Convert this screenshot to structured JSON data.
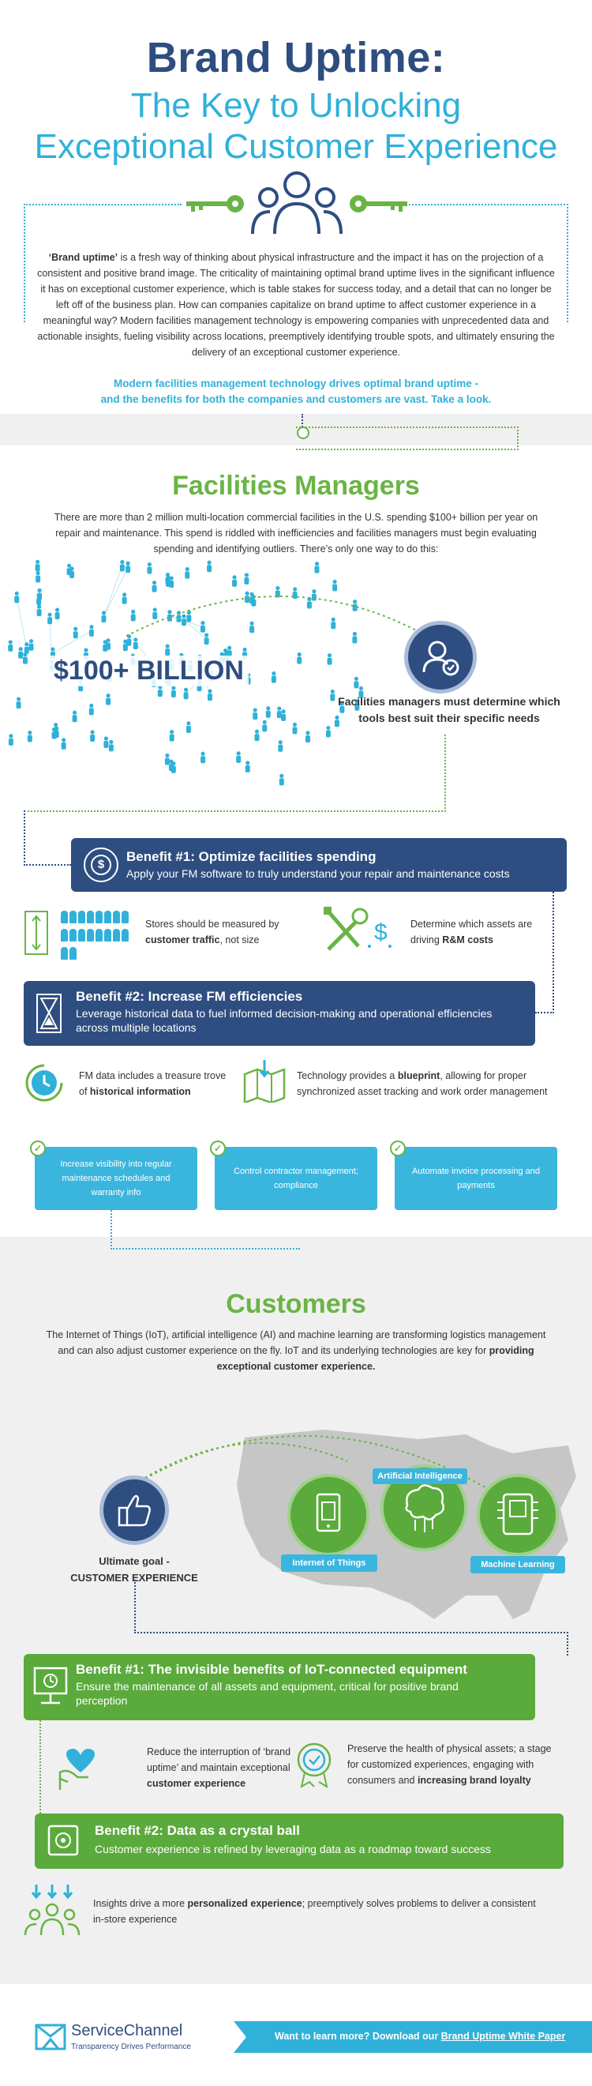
{
  "header": {
    "title_line1": "Brand Uptime:",
    "title_line2": "The Key to Unlocking",
    "title_line3": "Exceptional Customer Experience"
  },
  "intro": {
    "bold_lead": "‘Brand uptime’",
    "text": " is a fresh way of thinking about physical infrastructure and the impact it has on the projection of a consistent and positive brand image. The criticality of maintaining optimal brand uptime lives in the significant influence it has on exceptional customer experience, which is table stakes for success today, and a detail that can no longer be left off of the business plan. How can companies capitalize on brand uptime to affect customer experience in a meaningful way? Modern facilities management technology is empowering companies with unprecedented data and actionable insights, fueling visibility across locations, preemptively identifying trouble spots, and ultimately ensuring the delivery of an exceptional customer experience.",
    "callout_line1": "Modern facilities management technology drives optimal brand uptime -",
    "callout_line2": "and the benefits for both the companies and customers are vast. Take a look."
  },
  "facilities": {
    "heading": "Facilities Managers",
    "text": "There are more than 2 million multi-location commercial facilities in the U.S. spending $100+ billion per year on repair and maintenance. This spend is riddled with inefficiencies and facilities managers must begin evaluating spending and identifying outliers. There’s only one way to do this:",
    "stat": "$100+ BILLION",
    "determine_line1": "Facilities managers must determine which",
    "determine_line2": "tools best suit their specific needs",
    "benefit1_title": "Benefit #1: Optimize facilities spending",
    "benefit1_sub": "Apply your FM software to truly understand your repair and maintenance costs",
    "stores_text1": "Stores should be measured by",
    "stores_bold": "customer traffic",
    "stores_text2": ", not size",
    "assets_text1": "Determine which assets are",
    "assets_text2": "driving ",
    "assets_bold": "R&M costs",
    "benefit2_title": "Benefit #2: Increase FM efficiencies",
    "benefit2_sub": "Leverage historical data to fuel informed decision-making and operational efficiencies across multiple locations",
    "fm_data_text1": "FM data includes a treasure trove",
    "fm_data_text2": "of ",
    "fm_data_bold": "historical information",
    "tech_text1": "Technology provides a ",
    "tech_bold": "blueprint",
    "tech_text2": ", allowing for proper",
    "tech_text3": "synchronized asset tracking and work order management",
    "boxes": [
      "Increase visibility into regular maintenance schedules and warranty info",
      "Control contractor management; compliance",
      "Automate invoice processing and payments"
    ]
  },
  "customers": {
    "heading": "Customers",
    "text1": "The Internet of Things (IoT), artificial intelligence (AI) and machine learning are transforming logistics management and can also adjust customer experience on the fly. IoT and its underlying technologies are key for ",
    "text_bold": "providing exceptional customer experience.",
    "goal_line1": "Ultimate goal -",
    "goal_line2": "CUSTOMER EXPERIENCE",
    "labels": [
      "Artificial Intelligence",
      "Internet of Things",
      "Machine Learning"
    ],
    "benefit1_title": "Benefit #1: The invisible benefits of IoT-connected equipment",
    "benefit1_sub": "Ensure the maintenance of all assets and equipment, critical for positive brand perception",
    "reduce_text1": "Reduce the interruption of ‘brand",
    "reduce_text2": "uptime’ and maintain exceptional",
    "reduce_bold": "customer experience",
    "preserve_text1": "Preserve the health of physical assets; a stage",
    "preserve_text2": "for customized experiences, engaging with",
    "preserve_text3": "consumers and ",
    "preserve_bold": "increasing brand loyalty",
    "benefit2_title": "Benefit #2: Data as a crystal ball",
    "benefit2_sub": "Customer experience is refined by leveraging data as a roadmap toward success",
    "insights_text1": "Insights drive a more ",
    "insights_bold": "personalized experience",
    "insights_text2": "; preemptively solves problems to deliver a consistent",
    "insights_text3": "in-store experience"
  },
  "footer": {
    "logo_name": "ServiceChannel",
    "logo_tagline": "Transparency Drives Performance",
    "cta_text": "Want to learn more? Download our ",
    "cta_link": "Brand Uptime White Paper"
  },
  "colors": {
    "navy": "#2e4d80",
    "cyan": "#2fb1d9",
    "green": "#6ab445"
  },
  "icons": [
    "key-icon",
    "people-group-icon",
    "user-check-icon",
    "dollar-target-icon",
    "tools-icon",
    "hourglass-icon",
    "clock-icon",
    "map-icon",
    "check-icon",
    "thumbs-up-icon",
    "phone-iot-icon",
    "brain-ai-icon",
    "chip-ml-icon",
    "monitor-icon",
    "heart-hand-icon",
    "badge-icon",
    "safe-icon",
    "group-arrows-icon",
    "servicechannel-logo-icon"
  ]
}
